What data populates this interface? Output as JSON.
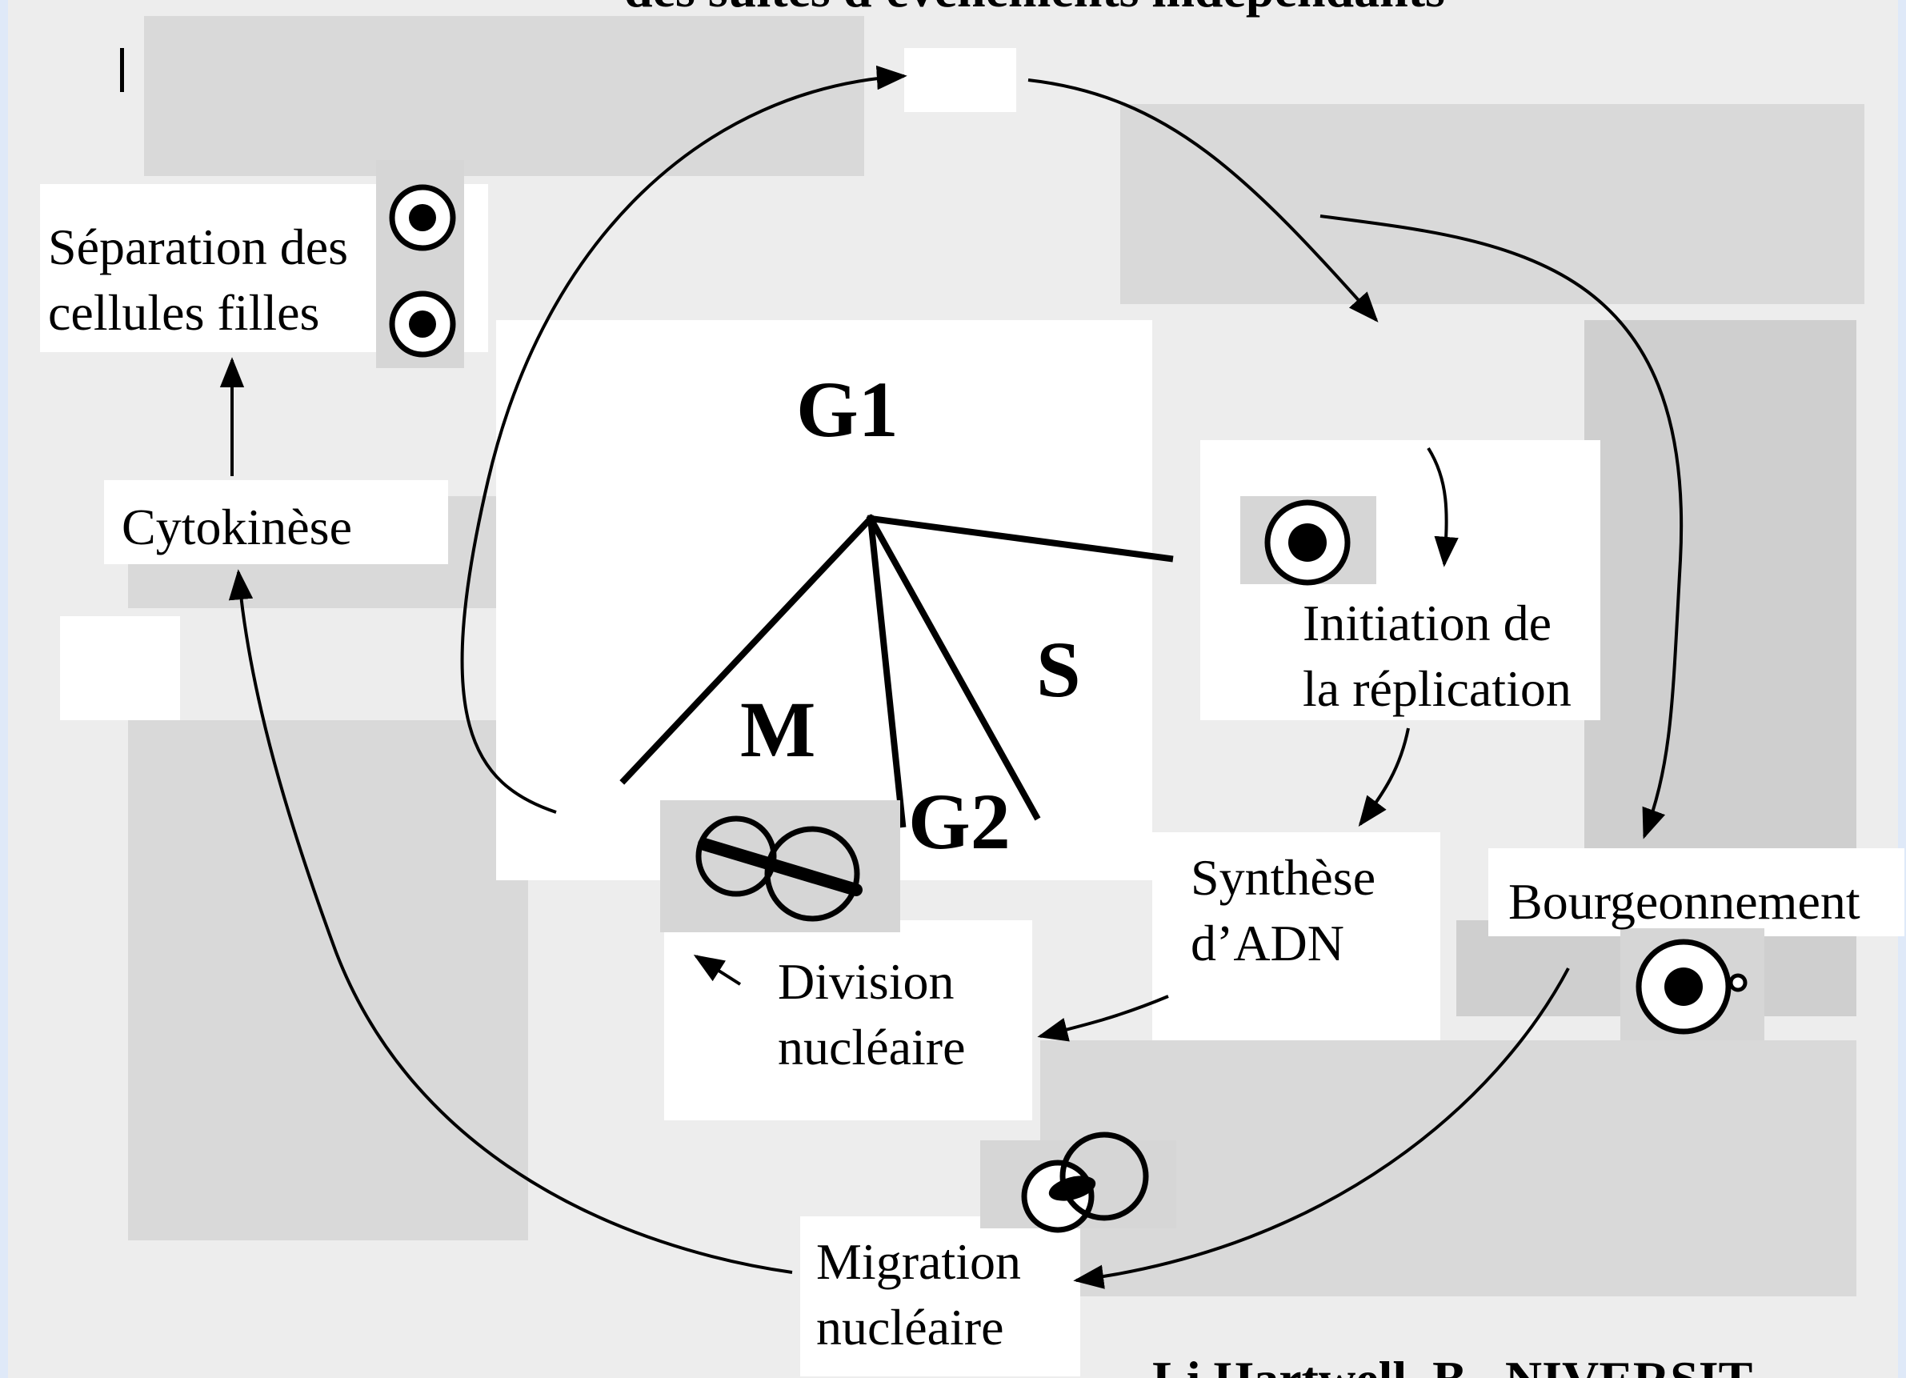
{
  "header": {
    "title_cut": "des suites d'événements indépendants"
  },
  "phases": {
    "g1": "G1",
    "s": "S",
    "g2": "G2",
    "m": "M"
  },
  "labels": {
    "separation_line1": "Séparation des",
    "separation_line2": "cellules filles",
    "cytokinese": "Cytokinèse",
    "initiation_line1": "Initiation de",
    "initiation_line2": "la réplication",
    "synthese_line1": "Synthèse",
    "synthese_line2": "d’ADN",
    "bourgeonnement": "Bourgeonnement",
    "division_line1": "Division",
    "division_line2": "nucléaire",
    "migration_line1": "Migration",
    "migration_line2": "nucléaire"
  },
  "footer": {
    "text_cut": "Li Hartwell, B...NIVERSIT"
  }
}
